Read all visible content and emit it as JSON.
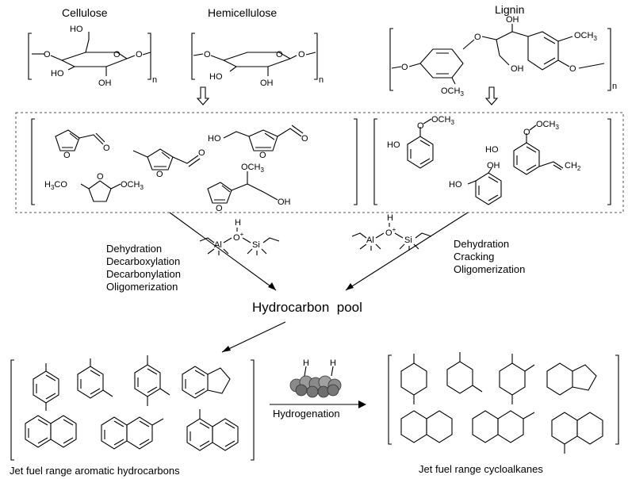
{
  "headers": {
    "cellulose": "Cellulose",
    "hemicellulose": "Hemicellulose",
    "lignin": "Lignin"
  },
  "repeat_unit": "n",
  "groups": {
    "oh": "OH",
    "ho": "HO",
    "o": "O",
    "och3": "OCH",
    "ch3_sub": "3",
    "h3co": "H",
    "h3co_sub": "3",
    "h3co_tail": "CO",
    "ch2": "CH",
    "ch2_sub": "2",
    "h": "H",
    "al": "Al",
    "si": "Si",
    "o_plus": "O",
    "plus": "+"
  },
  "left_steps": [
    "Dehydration",
    "Decarboxylation",
    "Decarbonylation",
    "Oligomerization"
  ],
  "right_steps": [
    "Dehydration",
    "Cracking",
    "Oligomerization"
  ],
  "center_label": "Hydrocarbon  pool",
  "hydrogenation_label": "Hydrogenation",
  "bottom_left_label": "Jet fuel range aromatic hydrocarbons",
  "bottom_right_label": "Jet fuel range cycloalkanes",
  "icons": {
    "down_arrow": "hollow-down-arrow-icon",
    "catalyst": "catalyst-sphere-cluster-icon"
  }
}
